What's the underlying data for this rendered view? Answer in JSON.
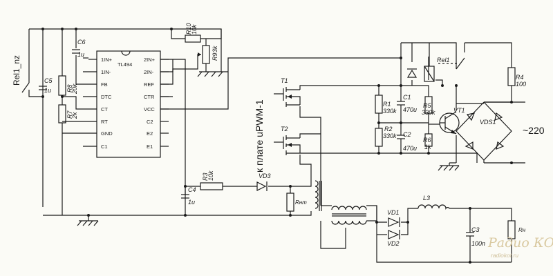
{
  "ic": {
    "name": "TL494",
    "left_pins": [
      "1IN+",
      "1IN-",
      "FB",
      "DTC",
      "CT",
      "RT",
      "GND",
      "C1"
    ],
    "right_pins": [
      "2IN+",
      "2IN-",
      "REF",
      "CTR",
      "VCC",
      "C2",
      "E2",
      "E1"
    ]
  },
  "labels": {
    "rel1_nz": "Rel1_nz",
    "c5": "C5",
    "c5_val": "1u",
    "c6": "C6",
    "c6_val": "1u",
    "r8": "R8",
    "r8_val": "20k",
    "r7": "R7",
    "r7_val": "2k",
    "r10": "R10",
    "r10_val": "10k",
    "r9": "R9",
    "r9_val": "3k",
    "c4": "C4",
    "c4_val": "1u",
    "r3": "R3",
    "r3_val": "10k",
    "vd3": "VD3",
    "rnt": "Rнт",
    "board": "к плате uPWM-1",
    "t1": "T1",
    "t2": "T2",
    "r1": "R1",
    "r1_val": "330k",
    "r2": "R2",
    "r2_val": "330k",
    "c1": "C1",
    "c1_val": "470u",
    "c2": "C2",
    "c2_val": "470u",
    "r5": "R5",
    "r5_val": "330k",
    "r6": "R6",
    "r6_val": "1k",
    "vt1": "VT1",
    "vds1": "VDS1",
    "rel1": "Rel1",
    "r4": "R4",
    "r4_val": "100",
    "mains": "~220",
    "l3": "L3",
    "vd1": "VD1",
    "vd2": "VD2",
    "c3": "C3",
    "c3_val": "100n",
    "rn": "Rн"
  },
  "watermark": {
    "main": "Радио КОТ",
    "url": "radiokot.ru"
  },
  "colors": {
    "ink": "#1a1a1a",
    "paper": "#fbfbf6",
    "watermark": "#d9c9a0"
  }
}
